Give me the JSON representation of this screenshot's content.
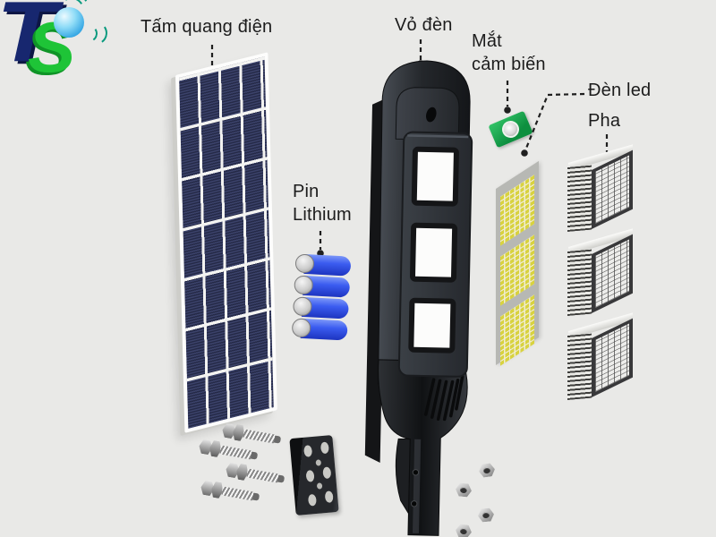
{
  "logo": {
    "letter_t": "T",
    "letter_s": "S"
  },
  "part_labels": {
    "solar_panel": "Tấm quang điện",
    "lamp_housing": "Vỏ đèn",
    "motion_sensor": "Mắt\ncảm biến",
    "led_light": "Đèn led",
    "reflector": "Pha",
    "battery": "Pin\nLithium"
  },
  "colors": {
    "background": "#e9e9e7",
    "label_text": "#1c1c1c",
    "logo_blue": "#17276f",
    "logo_green": "#1ec437",
    "logo_ball_blue": "#38a8e4",
    "solar_cell_navy": "#2c3052",
    "battery_blue": "#3b5cf0",
    "sensor_pcb_green": "#17a64f",
    "led_yellow": "#d8d23f",
    "housing_black": "#24272b",
    "metal_silver": "#c9c9c9"
  }
}
